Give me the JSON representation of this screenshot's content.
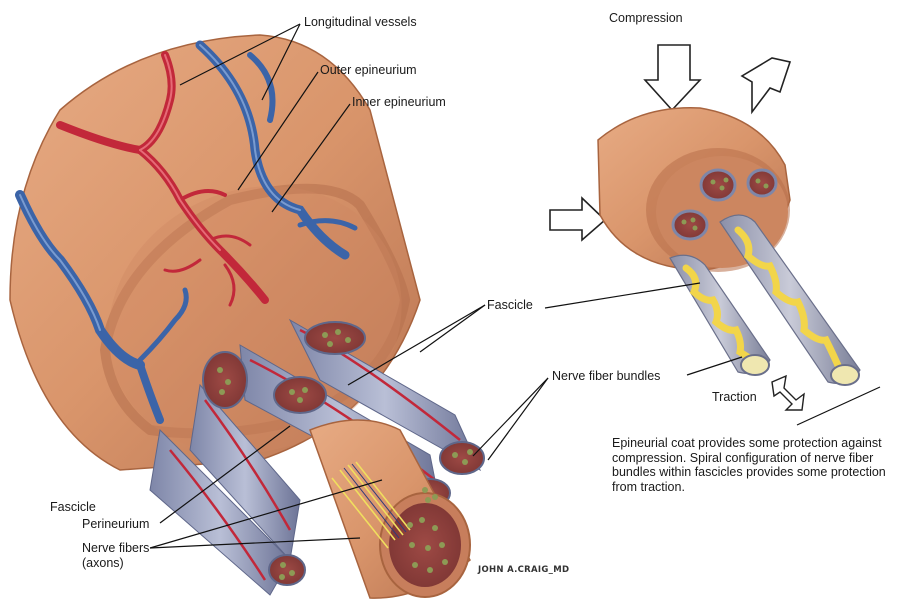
{
  "labels": {
    "longitudinal_vessels": "Longitudinal vessels",
    "outer_epineurium": "Outer epineurium",
    "inner_epineurium": "Inner epineurium",
    "fascicle_right": "Fascicle",
    "nerve_fiber_bundles": "Nerve fiber bundles",
    "fascicle_left": "Fascicle",
    "perineurium": "Perineurium",
    "nerve_fibers_line1": "Nerve fibers",
    "nerve_fibers_line2": "(axons)",
    "compression": "Compression",
    "traction": "Traction"
  },
  "caption": "Epineurial coat provides some protection against compression. Spiral configuration of nerve fiber bundles within fascicles provides some protection from traction.",
  "signature": "JOHN A.CRAIG_MD",
  "colors": {
    "epineurium": "#d9956b",
    "epineurium_dark": "#b86f4a",
    "artery": "#c2283a",
    "vein": "#3b64a8",
    "perineurium": "#9aa2c0",
    "fiber_dot": "#8d9a55",
    "spiral": "#f2d54a"
  }
}
